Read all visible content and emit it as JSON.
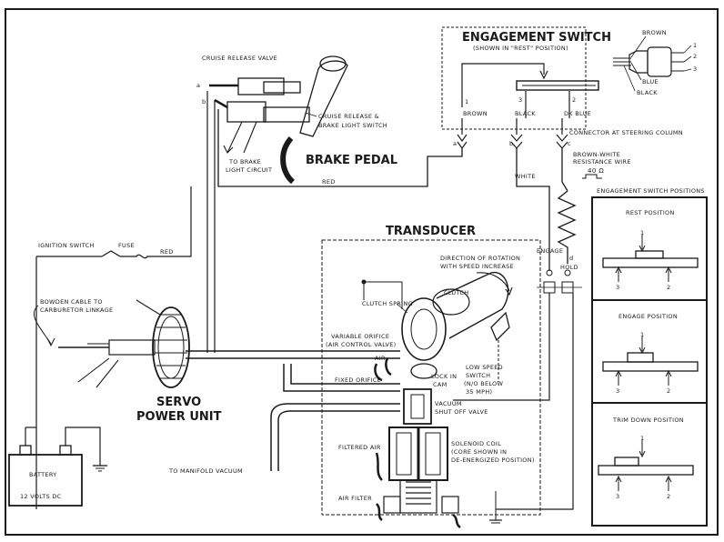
{
  "labels": {
    "cruise_release_valve": "CRUISE RELEASE VALVE",
    "cruise_release_switch_1": "CRUISE RELEASE &",
    "cruise_release_switch_2": "BRAKE LIGHT SWITCH",
    "to_brake_1": "TO BRAKE",
    "to_brake_2": "LIGHT CIRCUIT",
    "brake_pedal": "BRAKE PEDAL",
    "engagement_switch": "ENGAGEMENT SWITCH",
    "shown_in_rest": "(SHOWN IN \"REST\" POSITION)",
    "brown": "BROWN",
    "blue": "BLUE",
    "black": "BLACK",
    "dk_blue": "DK BLUE",
    "connector_at_column": "CONNECTOR AT STEERING COLUMN",
    "white": "WHITE",
    "red": "RED",
    "brown_white_1": "BROWN-WHITE",
    "brown_white_2": "RESISTANCE WIRE",
    "resistance_value": "40 Ω",
    "engagement_switch_positions": "ENGAGEMENT SWITCH POSITIONS",
    "rest_position": "REST POSITION",
    "engage_position": "ENGAGE POSITION",
    "trim_down_position": "TRIM DOWN POSITION",
    "transducer": "TRANSDUCER",
    "direction_rotation_1": "DIRECTION OF ROTATION",
    "direction_rotation_2": "WITH SPEED INCREASE",
    "engage": "ENGAGE",
    "hold": "HOLD",
    "ignition_switch": "IGNITION SWITCH",
    "fuse": "FUSE",
    "clutch_spring": "CLUTCH SPRING",
    "clutch": "CLUTCH",
    "bowden_1": "BOWDEN CABLE TO",
    "bowden_2": "CARBURETOR LINKAGE",
    "variable_orifice_1": "VARIABLE ORIFICE",
    "variable_orifice_2": "(AIR CONTROL VALVE)",
    "air": "AIR",
    "fixed_orifice": "FIXED ORIFICE",
    "lock_in_1": "LOCK IN",
    "lock_in_2": "CAM",
    "low_speed_1": "LOW SPEED",
    "low_speed_2": "SWITCH",
    "low_speed_3": "(N/O BELOW",
    "low_speed_4": "35 MPH)",
    "servo_1": "SERVO",
    "servo_2": "POWER UNIT",
    "vacuum_1": "VACUUM",
    "vacuum_2": "SHUT OFF VALVE",
    "filtered_air": "FILTERED AIR",
    "solenoid_1": "SOLENOID COIL",
    "solenoid_2": "(CORE SHOWN IN",
    "solenoid_3": "DE-ENERGIZED POSITION)",
    "battery": "BATTERY",
    "battery_volts": "12 VOLTS DC",
    "to_manifold": "TO MANIFOLD VACUUM",
    "air_filter": "AIR FILTER",
    "terminal_1": "1",
    "terminal_2": "2",
    "terminal_3": "3",
    "conn_a": "a",
    "conn_b": "b",
    "conn_c": "c",
    "conn_d": "d"
  }
}
